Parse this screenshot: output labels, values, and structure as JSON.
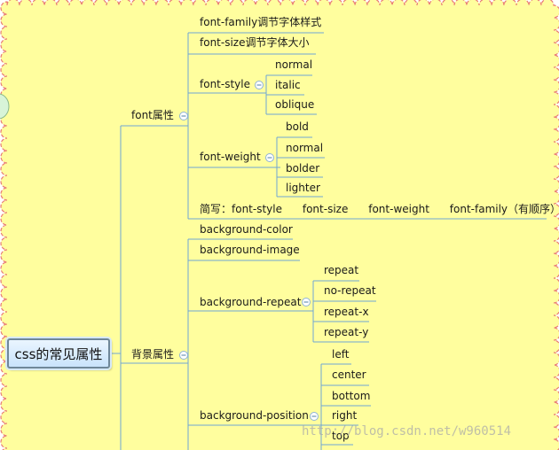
{
  "colors": {
    "background": "#fffe9e",
    "border": "#e87a74",
    "line": "#6fa6d4",
    "root_fill": "#cfe6fb",
    "left_bubble": "#d8f4d8"
  },
  "root": {
    "label": "css的常见属性"
  },
  "branches": [
    {
      "label": "font属性",
      "children": [
        {
          "label": "font-family调节字体样式"
        },
        {
          "label": "font-size调节字体大小"
        },
        {
          "label": "font-style",
          "children": [
            "normal",
            "italic",
            "oblique"
          ]
        },
        {
          "label": "font-weight",
          "children": [
            "bold",
            "normal",
            "bolder",
            "lighter"
          ]
        },
        {
          "label": "简写：font-style      font-size      font-weight      font-family（有顺序）"
        }
      ]
    },
    {
      "label": "背景属性",
      "children": [
        {
          "label": "background-color"
        },
        {
          "label": "background-image"
        },
        {
          "label": "background-repeat",
          "children": [
            "repeat",
            "no-repeat",
            "repeat-x",
            "repeat-y"
          ]
        },
        {
          "label": "background-position",
          "children": [
            "left",
            "center",
            "bottom",
            "right",
            "top"
          ]
        }
      ]
    }
  ],
  "watermark": "http://blog.csdn.net/w960514",
  "icons": {
    "collapse": "collapse-minus-icon"
  }
}
